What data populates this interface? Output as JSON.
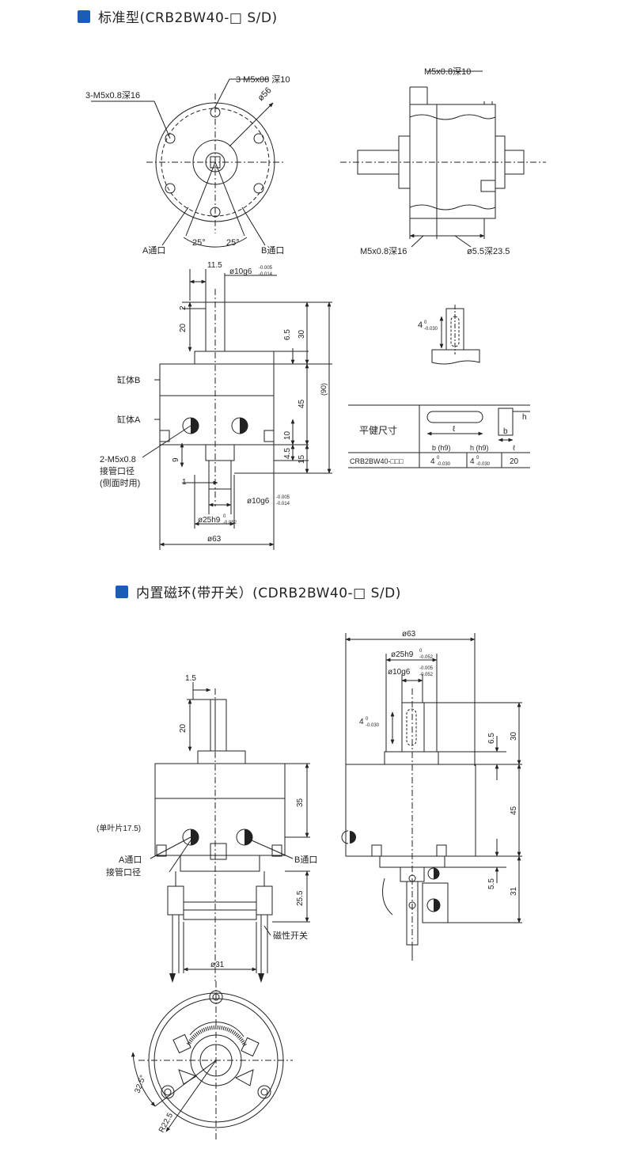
{
  "sections": {
    "standard": {
      "title": "标准型(CRB2BW40-□ S/D)",
      "accent": "#1a5cb8"
    },
    "builtin": {
      "title": "内置磁环(带开关）(CDRB2BW40-□ S/D)",
      "accent": "#1a5cb8"
    }
  },
  "standard": {
    "front": {
      "hole3": "3 M5x08 深10",
      "hole3b": "3-M5x0.8深16",
      "dia56": "ø56",
      "ang1": "25°",
      "ang2": "25°",
      "portA": "A通口",
      "portB": "B通口"
    },
    "side": {
      "top_label": "M5x0.8深10",
      "bl_label": "M5x0.8深16",
      "br_label": "ø5.5深23.5"
    },
    "elev": {
      "w115": "11.5",
      "shaft_top": "ø10g6",
      "shaft_top_tol1": "-0.005",
      "shaft_top_tol2": "-0.014",
      "d2": "2",
      "d20": "20",
      "d65": "6.5",
      "d30": "30",
      "d90": "(90)",
      "d45": "45",
      "d10": "10",
      "d45b": "4.5",
      "d15": "15",
      "d9": "9",
      "d1": "1",
      "cylB": "缸体B",
      "cylA": "缸体A",
      "thread": "2-M5x0.8",
      "pipe1": "接管口径",
      "pipe2": "(侧面时用)",
      "shaft_bot": "ø10g6",
      "shaft_bot_tol1": "-0.005",
      "shaft_bot_tol2": "-0.014",
      "d25": "ø25h9",
      "d25tol1": "0",
      "d25tol2": "-0.052",
      "d63": "ø63"
    },
    "key": {
      "dim": "4",
      "tol_top": "0",
      "tol_bot": "-0.030",
      "table_title": "平健尺寸",
      "b_label": "b",
      "h_label": "h",
      "l_label": "ℓ",
      "col1": "b (h9)",
      "col2": "h (h9)",
      "col3": "ℓ",
      "row_model": "CRB2BW40-□□□",
      "row_b": "4",
      "row_b_tol1": "0",
      "row_b_tol2": "-0.030",
      "row_h": "4",
      "row_h_tol1": "0",
      "row_h_tol2": "-0.030",
      "row_l": "20"
    }
  },
  "builtin": {
    "left": {
      "d15": "1.5",
      "d20": "20",
      "d35": "35",
      "vane": "(单叶片17.5)",
      "portA": "A通口",
      "pipe": "接管口径",
      "portB": "B通口",
      "d255": "25.5",
      "sw": "磁性开关",
      "d31": "ø31"
    },
    "right": {
      "d63": "ø63",
      "d25": "ø25h9",
      "d25tol1": "0",
      "d25tol2": "-0.052",
      "d10": "ø10g6",
      "d10tol1": "-0.005",
      "d10tol2": "-0.052",
      "key4": "4",
      "key_tol1": "0",
      "key_tol2": "-0.030",
      "d65": "6.5",
      "d30": "30",
      "d45": "45",
      "d55": "5.5",
      "d31": "31"
    },
    "bottom": {
      "ang": "32.5°",
      "rad": "R22.5"
    }
  }
}
